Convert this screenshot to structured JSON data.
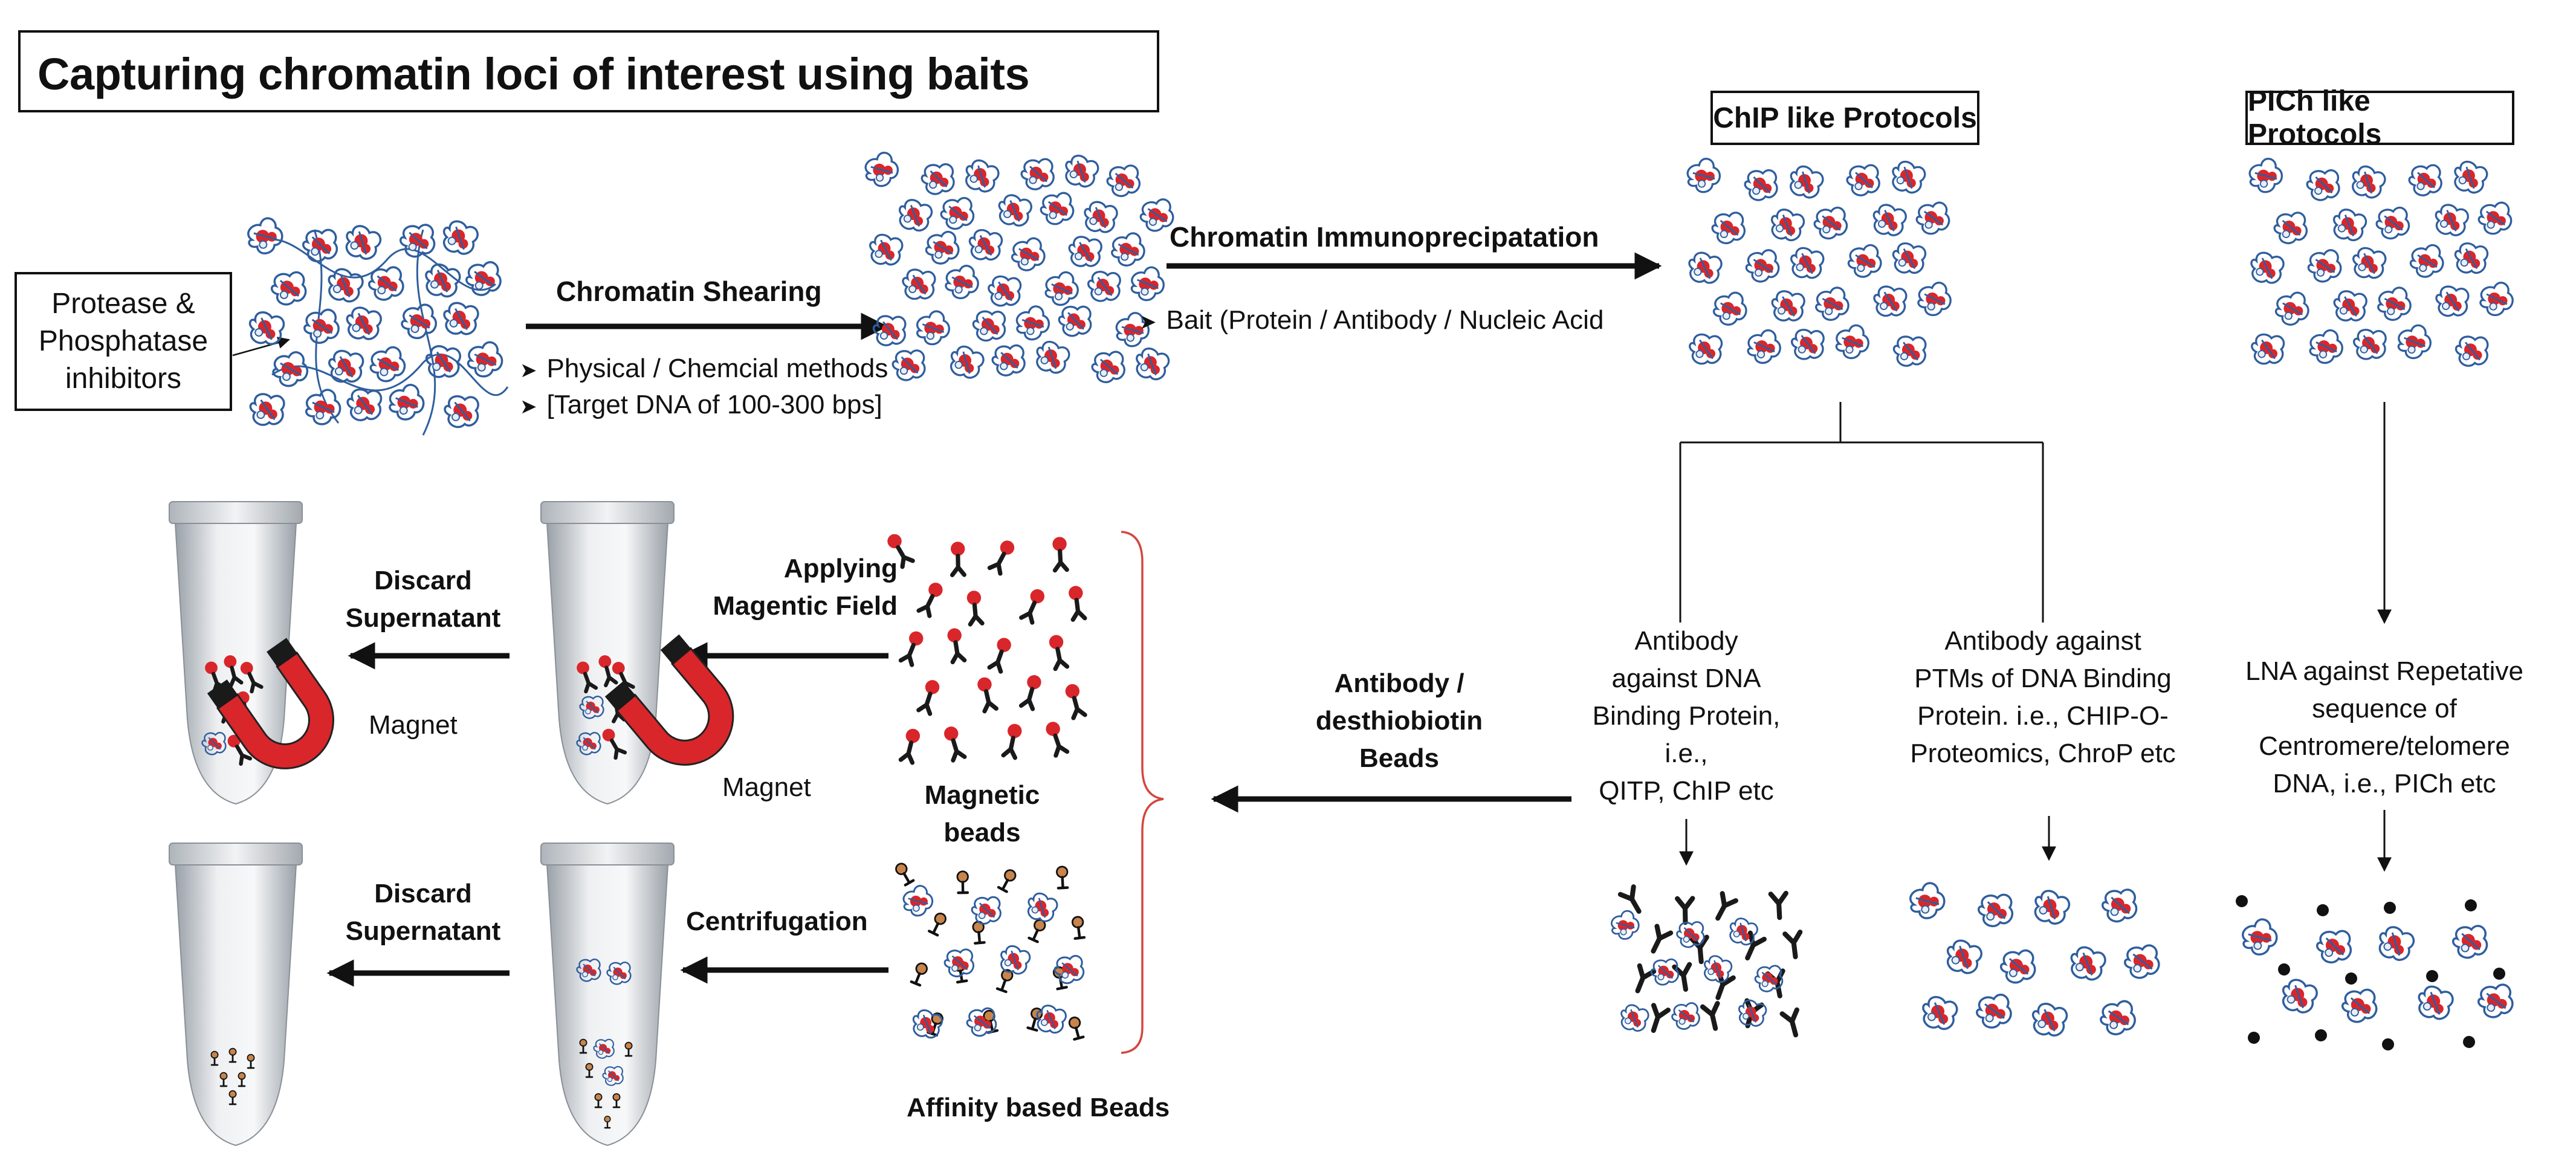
{
  "title": "Capturing chromatin loci of interest using baits",
  "headers": {
    "chip": "ChIP like Protocols",
    "pich": "PICh like Protocols"
  },
  "inputs": {
    "protease_line1": "Protease &",
    "protease_line2": "Phosphatase",
    "protease_line3": "inhibitors"
  },
  "steps": {
    "shearing": "Chromatin Shearing",
    "shearing_bullets": [
      "Physical / Chemcial methods",
      "[Target DNA of 100-300 bps]"
    ],
    "immunoprecip": "Chromatin Immunoprecipatation",
    "immunoprecip_bullet": "Bait (Protein / Antibody / Nucleic Acid",
    "beads_line1": "Antibody /",
    "beads_line2": "desthiobiotin",
    "beads_line3": "Beads",
    "applying_line1": "Applying",
    "applying_line2": "Magentic Field",
    "discard1_line1": "Discard",
    "discard1_line2": "Supernatant",
    "discard2_line1": "Discard",
    "discard2_line2": "Supernatant",
    "centrifugation": "Centrifugation"
  },
  "labels": {
    "magnet_a": "Magnet",
    "magnet_b": "Magnet",
    "magnetic_beads_line1": "Magnetic",
    "magnetic_beads_line2": "beads",
    "affinity_beads": "Affinity based Beads"
  },
  "branches": {
    "dna_binding": [
      "Antibody",
      "against DNA",
      "Binding Protein,",
      "i.e.,",
      "QITP, ChIP etc"
    ],
    "ptm": [
      "Antibody against",
      "PTMs of DNA Binding",
      "Protein. i.e., CHIP-O-",
      "Proteomics, ChroP etc"
    ],
    "lna": [
      "LNA against Repetative",
      "sequence of",
      "Centromere/telomere",
      "DNA, i.e., PICh etc"
    ]
  },
  "colors": {
    "nucleosome_red": "#d9262b",
    "dna_blue": "#2f5e9e",
    "antibody_black": "#1a1a1a",
    "bracket_red": "#d4463f",
    "bead_orange": "#c8844a",
    "tube_gray": "#c9ced3"
  }
}
